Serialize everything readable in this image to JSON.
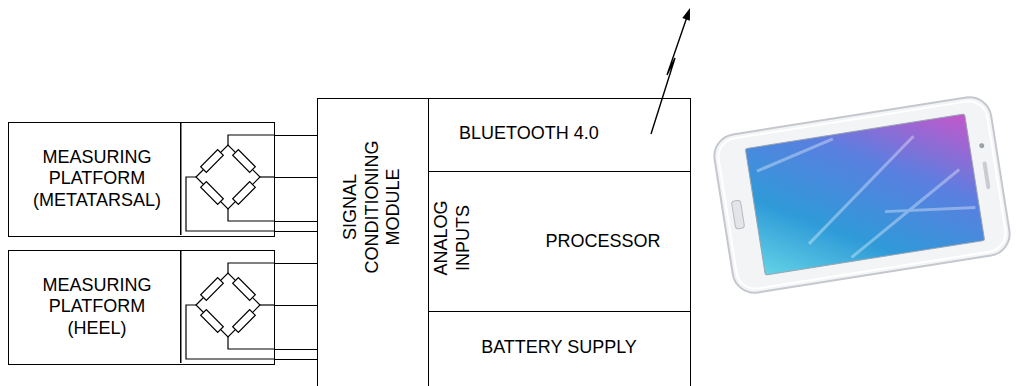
{
  "diagram": {
    "nodes": [
      {
        "text": [
          "MEASURING PLATFORM (METATARSAL)"
        ]
      },
      {
        "text": [
          "MEASURING PLATFORM (HEEL)"
        ]
      },
      {
        "text": [
          "SIGNAL CONDITIONING MODULE"
        ]
      },
      {
        "text": [
          "BLUETOOTH 4.0"
        ]
      },
      {
        "text": [
          "ANALOG INPUTS",
          "PROCESSOR"
        ]
      },
      {
        "text": [
          "BATTERY SUPPLY"
        ]
      }
    ],
    "edges": [
      {
        "from": 0,
        "to": 2,
        "arrow": "none"
      },
      {
        "from": 1,
        "to": 2,
        "arrow": "none"
      }
    ]
  }
}
